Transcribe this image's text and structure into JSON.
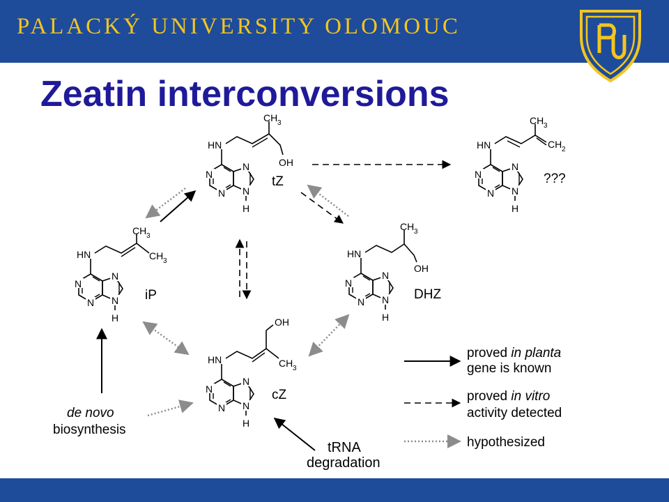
{
  "header": {
    "university": "PALACKÝ UNIVERSITY OLOMOUC",
    "crest_letters": "UP"
  },
  "title": "Zeatin interconversions",
  "molecules": {
    "tZ": {
      "label": "tZ"
    },
    "iP": {
      "label": "iP"
    },
    "DHZ": {
      "label": "DHZ"
    },
    "cZ": {
      "label": "cZ"
    },
    "unknown": {
      "label": "???"
    }
  },
  "atoms": {
    "HN": "HN",
    "N": "N",
    "H": "H",
    "CH": "CH",
    "sub3": "3",
    "sub2": "2",
    "OH": "OH"
  },
  "sources": {
    "de_novo_1": "de novo",
    "de_novo_2": "biosynthesis",
    "trna_1": "tRNA",
    "trna_2": "degradation"
  },
  "legend": {
    "proved_planta_a": "proved",
    "proved_planta_b": "in planta",
    "proved_planta_2": "gene is known",
    "proved_vitro_a": "proved",
    "proved_vitro_b": "in vitro",
    "proved_vitro_2": "activity detected",
    "hypothesized": "hypothesized"
  },
  "colors": {
    "brand_blue": "#1e4c9a",
    "brand_gold": "#f4c51f",
    "title": "#1f1a99",
    "dotted_arrow": "#8c8c8c"
  }
}
